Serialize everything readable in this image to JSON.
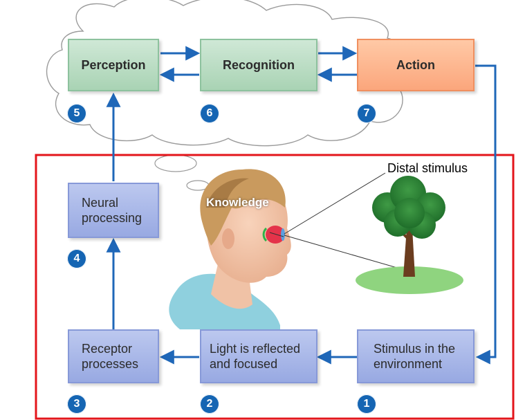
{
  "boxes": {
    "perception": "Perception",
    "recognition": "Recognition",
    "action": "Action",
    "neural_line1": "Neural",
    "neural_line2": "processing",
    "receptor_line1": "Receptor",
    "receptor_line2": "processes",
    "light_line1": "Light is reflected",
    "light_line2": "and focused",
    "stimulus_line1": "Stimulus in the",
    "stimulus_line2": "environment"
  },
  "badges": {
    "b1": "1",
    "b2": "2",
    "b3": "3",
    "b4": "4",
    "b5": "5",
    "b6": "6",
    "b7": "7"
  },
  "labels": {
    "distal_stimulus": "Distal stimulus",
    "knowledge": "Knowledge"
  },
  "colors": {
    "arrow": "#1f67b8",
    "frame": "#e3151b",
    "badge": "#1565b3"
  }
}
